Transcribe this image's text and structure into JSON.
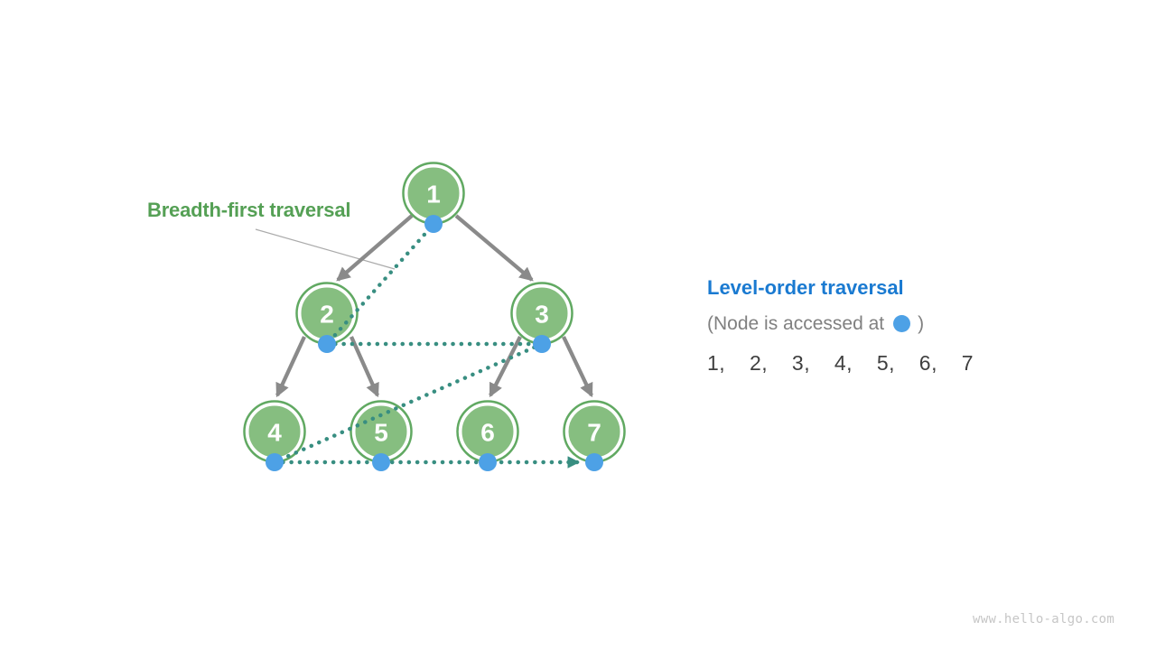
{
  "figure": {
    "label_left": "Breadth-first traversal",
    "panel": {
      "title": "Level-order traversal",
      "note_prefix": "(Node is accessed at",
      "note_suffix": ")",
      "sequence": "1,  2,  3,  4,  5,  6,  7"
    },
    "watermark": "www.hello-algo.com"
  },
  "tree": {
    "nodes": [
      {
        "label": "1"
      },
      {
        "label": "2"
      },
      {
        "label": "3"
      },
      {
        "label": "4"
      },
      {
        "label": "5"
      },
      {
        "label": "6"
      },
      {
        "label": "7"
      }
    ],
    "edges": [
      "1-2",
      "1-3",
      "2-4",
      "2-5",
      "3-6",
      "3-7"
    ],
    "traversal_order": [
      1,
      2,
      3,
      4,
      5,
      6,
      7
    ]
  },
  "colors": {
    "node_fill": "#86BE80",
    "node_border": "#61A962",
    "node_text": "#FFFFFF",
    "edge_gray": "#8A8A8A",
    "leader_gray": "#ABABAB",
    "path_teal": "#388E81",
    "access_dot_blue": "#4DA1E6",
    "title_blue": "#1A7AD1",
    "title_green": "#55A055",
    "note_gray": "#808080",
    "sequence_text": "#3F3F3F",
    "watermark_gray": "#C6C6C6"
  }
}
